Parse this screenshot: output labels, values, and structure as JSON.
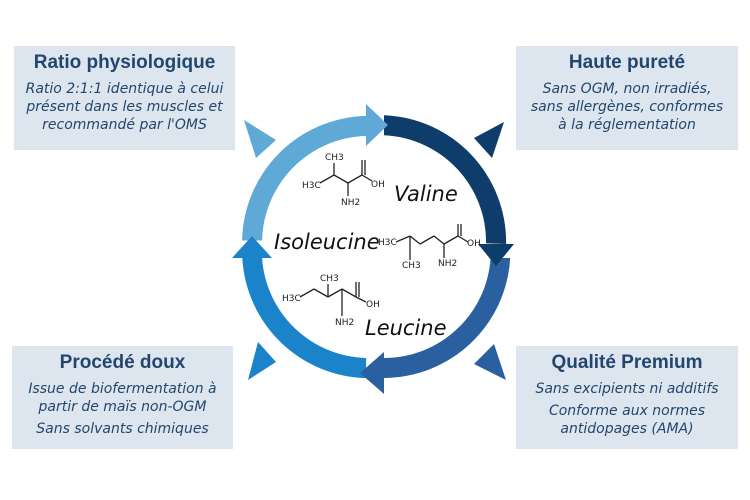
{
  "cards": {
    "top_left": {
      "title": "Ratio physiologique",
      "lines": [
        "Ratio 2:1:1 identique à celui",
        "présent dans les muscles et",
        "recommandé par l'OMS"
      ]
    },
    "top_right": {
      "title": "Haute pureté",
      "lines": [
        "Sans OGM, non irradiés,",
        "sans allergènes, conformes",
        "à la réglementation"
      ]
    },
    "bottom_left": {
      "title": "Procédé doux",
      "lines": [
        "Issue de biofermentation à",
        "partir de maïs non-OGM",
        "Sans solvants chimiques"
      ]
    },
    "bottom_right": {
      "title": "Qualité Premium",
      "lines": [
        "Sans excipients ni additifs",
        "Conforme aux normes",
        "antidopages (AMA)"
      ]
    }
  },
  "amino_acids": {
    "valine": "Valine",
    "isoleucine": "Isoleucine",
    "leucine": "Leucine"
  },
  "molecule_labels": {
    "ch3": "CH3",
    "oh": "OH",
    "nh2": "NH2",
    "h3c": "H3C"
  },
  "colors": {
    "dark_blue": "#0f3d6b",
    "medium_blue": "#2a5fa0",
    "bright_blue": "#1b83c9",
    "light_blue": "#5fa9d6",
    "card_bg": "#dde6ef",
    "card_text": "#23466e"
  }
}
